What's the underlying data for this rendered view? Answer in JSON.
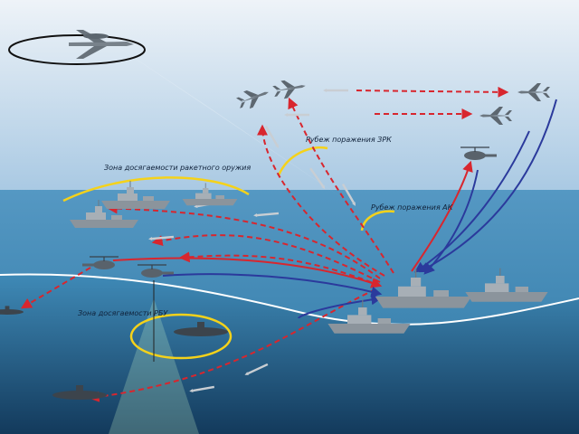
{
  "labels": {
    "sam_line": "Рубеж поражения ЗРК",
    "missile_zone": "Зона досягаемости ракетного оружия",
    "gun_line": "Рубеж поражения АК",
    "rbu_zone": "Зона досягаемости РБУ"
  },
  "colors": {
    "sky_top": "#e9f0f7",
    "sky_bottom": "#a8c8e4",
    "sea_top": "#4f93bf",
    "sea_bottom": "#153f63",
    "underwater": "#2c6f96",
    "threat_line": "#d8262e",
    "defense_line": "#2b3a9c",
    "zone_arc": "#f5d21a"
  },
  "icons": [
    "awacs-aircraft-icon",
    "fighter-jet-icon",
    "helicopter-icon",
    "warship-icon",
    "submarine-icon",
    "anti-ship-missile-icon",
    "torpedo-icon"
  ]
}
